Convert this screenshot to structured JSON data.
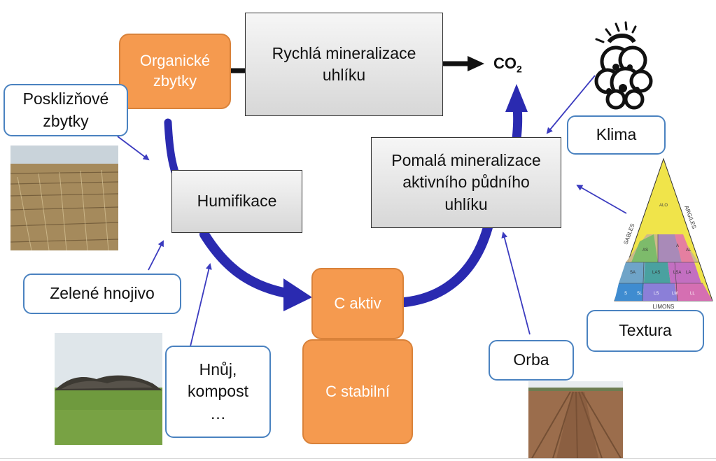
{
  "nodes": {
    "organic_residues": "Organické zbytky",
    "fast_mineralization": "Rychlá mineralizace uhlíku",
    "co2_main": "CO",
    "co2_sub": "2",
    "humification": "Humifikace",
    "slow_mineralization": "Pomalá mineralizace aktivního půdního uhlíku",
    "c_active": "C aktiv",
    "c_stable": "C stabilní"
  },
  "factors": {
    "harvest_residues": "Posklizňové zbytky",
    "green_manure": "Zelené hnojivo",
    "manure_compost": "Hnůj, kompost …",
    "climate": "Klima",
    "texture": "Textura",
    "tillage": "Orba"
  },
  "texture_triangle": {
    "side_left": "SABLES",
    "side_right": "ARGILES",
    "base": "LIMONS",
    "zones": [
      "ALO",
      "A",
      "AS",
      "AL",
      "SA",
      "LAS",
      "LSA",
      "LA",
      "S",
      "SL",
      "LS",
      "LM",
      "LL"
    ]
  },
  "colors": {
    "orange_box": "#f59a4f",
    "grey_box": "#dcdcdc",
    "flow_arrow": "#2a2ab0",
    "thin_arrow": "#3b3bbf",
    "label_border": "#4a82c0"
  },
  "icons": [
    "cloud-sun-icon"
  ]
}
